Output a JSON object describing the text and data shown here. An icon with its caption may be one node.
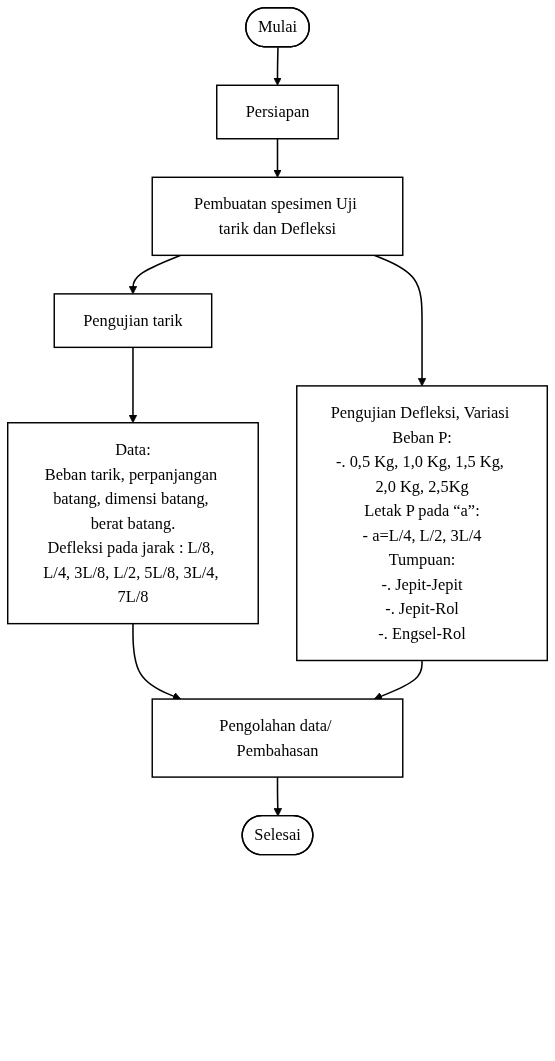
{
  "diagram": {
    "nodes": [
      {
        "text": [
          "Mulai"
        ]
      },
      {
        "text": [
          "Persiapan"
        ]
      },
      {
        "text": [
          "Pembuatan spesimen Uji tarik dan Defleksi"
        ]
      },
      {
        "text": [
          "Pengujian tarik"
        ]
      },
      {
        "text": [
          "Data:",
          "Beban tarik, perpanjangan batang, dimensi batang, berat batang.",
          "Defleksi pada jarak : L/8, L/4, 3L/8, L/2, 5L/8, 3L/4, 7L/8"
        ]
      },
      {
        "text": [
          "Pengujian Defleksi, Variasi Beban P:",
          "-. 0,5 Kg, 1,0 Kg, 1,5 Kg, 2,0 Kg, 2,5Kg",
          "Letak P pada “a”:",
          "- a=L/4, L/2, 3L/4",
          "Tumpuan:",
          "-. Jepit-Jepit",
          "-. Jepit-Rol",
          "-. Engsel-Rol"
        ]
      },
      {
        "text": [
          "Pengolahan data/ Pembahasan"
        ]
      },
      {
        "text": [
          "Selesai"
        ]
      }
    ],
    "edges": [
      {
        "from": 0,
        "to": 1,
        "arrow": "to"
      },
      {
        "from": 1,
        "to": 2,
        "arrow": "to"
      },
      {
        "from": 2,
        "to": 3,
        "arrow": "to"
      },
      {
        "from": 2,
        "to": 5,
        "arrow": "to"
      },
      {
        "from": 3,
        "to": 4,
        "arrow": "to"
      },
      {
        "from": 4,
        "to": 6,
        "arrow": "to"
      },
      {
        "from": 5,
        "to": 6,
        "arrow": "to"
      },
      {
        "from": 6,
        "to": 7,
        "arrow": "to"
      }
    ]
  }
}
